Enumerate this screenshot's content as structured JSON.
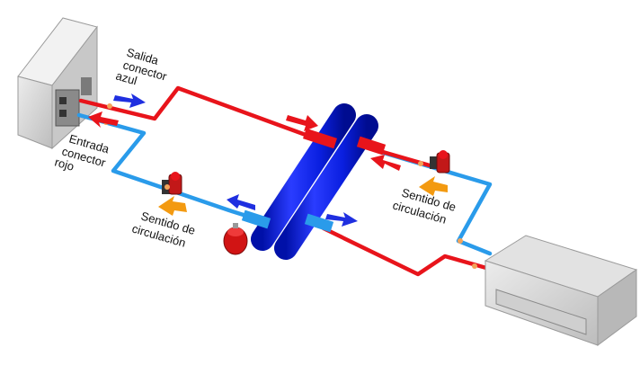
{
  "labels": {
    "outlet_line1": "Salida",
    "outlet_line2": "conector",
    "outlet_line3": "azul",
    "inlet_line1": "Entrada",
    "inlet_line2": "conector",
    "inlet_line3": "rojo",
    "flow_left_line1": "Sentido de",
    "flow_left_line2": "circulación",
    "flow_right_line1": "Sentido de",
    "flow_right_line2": "circulación"
  },
  "colors": {
    "hot_pipe": "#e8141b",
    "cold_pipe": "#2a9bea",
    "exchanger_tube": "#0a1fe0",
    "flow_arrow": "#f39a11",
    "blue_arrow": "#1f2fe0",
    "red_arrow": "#e8141b",
    "unit_body": "#d9d9d9"
  },
  "icons": {
    "left_pump": "circulation-pump-icon",
    "right_pump": "circulation-pump-icon",
    "expansion_vessel": "expansion-vessel-icon"
  }
}
